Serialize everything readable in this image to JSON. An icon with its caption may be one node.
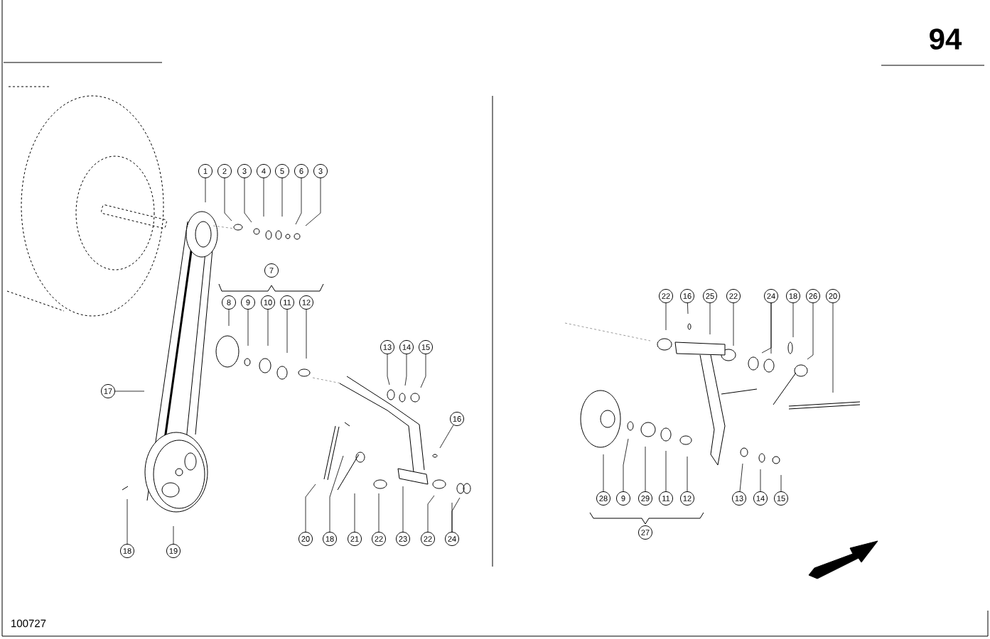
{
  "diagram": {
    "nodes": [
      {
        "text": [
          "1"
        ]
      },
      {
        "text": [
          "2"
        ]
      },
      {
        "text": [
          "3"
        ]
      },
      {
        "text": [
          "4"
        ]
      },
      {
        "text": [
          "5"
        ]
      },
      {
        "text": [
          "6"
        ]
      },
      {
        "text": [
          "3"
        ]
      },
      {
        "text": [
          "7"
        ]
      },
      {
        "text": [
          "8"
        ]
      },
      {
        "text": [
          "9"
        ]
      },
      {
        "text": [
          "10"
        ]
      },
      {
        "text": [
          "11"
        ]
      },
      {
        "text": [
          "12"
        ]
      },
      {
        "text": [
          "13"
        ]
      },
      {
        "text": [
          "14"
        ]
      },
      {
        "text": [
          "15"
        ]
      },
      {
        "text": [
          "17"
        ]
      },
      {
        "text": [
          "16"
        ]
      },
      {
        "text": [
          "18"
        ]
      },
      {
        "text": [
          "19"
        ]
      },
      {
        "text": [
          "20"
        ]
      },
      {
        "text": [
          "18"
        ]
      },
      {
        "text": [
          "21"
        ]
      },
      {
        "text": [
          "22"
        ]
      },
      {
        "text": [
          "23"
        ]
      },
      {
        "text": [
          "22"
        ]
      },
      {
        "text": [
          "24"
        ]
      },
      {
        "text": [
          "22"
        ]
      },
      {
        "text": [
          "16"
        ]
      },
      {
        "text": [
          "25"
        ]
      },
      {
        "text": [
          "22"
        ]
      },
      {
        "text": [
          "24"
        ]
      },
      {
        "text": [
          "18"
        ]
      },
      {
        "text": [
          "26"
        ]
      },
      {
        "text": [
          "20"
        ]
      },
      {
        "text": [
          "28"
        ]
      },
      {
        "text": [
          "9"
        ]
      },
      {
        "text": [
          "29"
        ]
      },
      {
        "text": [
          "11"
        ]
      },
      {
        "text": [
          "12"
        ]
      },
      {
        "text": [
          "27"
        ]
      },
      {
        "text": [
          "13"
        ]
      },
      {
        "text": [
          "14"
        ]
      },
      {
        "text": [
          "15"
        ]
      }
    ],
    "edges": [
      {
        "from": 0,
        "to": null,
        "arrow": "none"
      },
      {
        "from": 1,
        "to": null,
        "arrow": "none"
      },
      {
        "from": 2,
        "to": null,
        "arrow": "none"
      },
      {
        "from": 3,
        "to": null,
        "arrow": "none"
      },
      {
        "from": 4,
        "to": null,
        "arrow": "none"
      },
      {
        "from": 5,
        "to": null,
        "arrow": "none"
      },
      {
        "from": 6,
        "to": null,
        "arrow": "none"
      },
      {
        "from": 8,
        "to": null,
        "arrow": "none"
      },
      {
        "from": 9,
        "to": null,
        "arrow": "none"
      },
      {
        "from": 10,
        "to": null,
        "arrow": "none"
      },
      {
        "from": 11,
        "to": null,
        "arrow": "none"
      },
      {
        "from": 12,
        "to": null,
        "arrow": "none"
      },
      {
        "from": 13,
        "to": null,
        "arrow": "none"
      },
      {
        "from": 14,
        "to": null,
        "arrow": "none"
      },
      {
        "from": 15,
        "to": null,
        "arrow": "none"
      },
      {
        "from": 16,
        "to": null,
        "arrow": "none"
      },
      {
        "from": 17,
        "to": null,
        "arrow": "none"
      },
      {
        "from": 18,
        "to": null,
        "arrow": "none"
      },
      {
        "from": 19,
        "to": null,
        "arrow": "none"
      },
      {
        "from": 20,
        "to": null,
        "arrow": "none"
      },
      {
        "from": 21,
        "to": null,
        "arrow": "none"
      },
      {
        "from": 22,
        "to": null,
        "arrow": "none"
      },
      {
        "from": 23,
        "to": null,
        "arrow": "none"
      },
      {
        "from": 24,
        "to": null,
        "arrow": "none"
      },
      {
        "from": 25,
        "to": null,
        "arrow": "none"
      },
      {
        "from": 26,
        "to": null,
        "arrow": "none"
      },
      {
        "from": 26,
        "to": null,
        "arrow": "none"
      },
      {
        "from": 27,
        "to": null,
        "arrow": "none"
      },
      {
        "from": 28,
        "to": null,
        "arrow": "none"
      },
      {
        "from": 29,
        "to": null,
        "arrow": "none"
      },
      {
        "from": 30,
        "to": null,
        "arrow": "none"
      },
      {
        "from": 31,
        "to": null,
        "arrow": "none"
      },
      {
        "from": 31,
        "to": null,
        "arrow": "none"
      },
      {
        "from": 32,
        "to": null,
        "arrow": "none"
      },
      {
        "from": 33,
        "to": null,
        "arrow": "none"
      },
      {
        "from": 34,
        "to": null,
        "arrow": "none"
      },
      {
        "from": 35,
        "to": null,
        "arrow": "none"
      },
      {
        "from": 36,
        "to": null,
        "arrow": "none"
      },
      {
        "from": 37,
        "to": null,
        "arrow": "none"
      },
      {
        "from": 38,
        "to": null,
        "arrow": "none"
      },
      {
        "from": 39,
        "to": null,
        "arrow": "none"
      },
      {
        "from": 41,
        "to": null,
        "arrow": "none"
      },
      {
        "from": 42,
        "to": null,
        "arrow": "none"
      },
      {
        "from": 43,
        "to": null,
        "arrow": "none"
      }
    ],
    "labels": [
      "94",
      "100727"
    ]
  }
}
